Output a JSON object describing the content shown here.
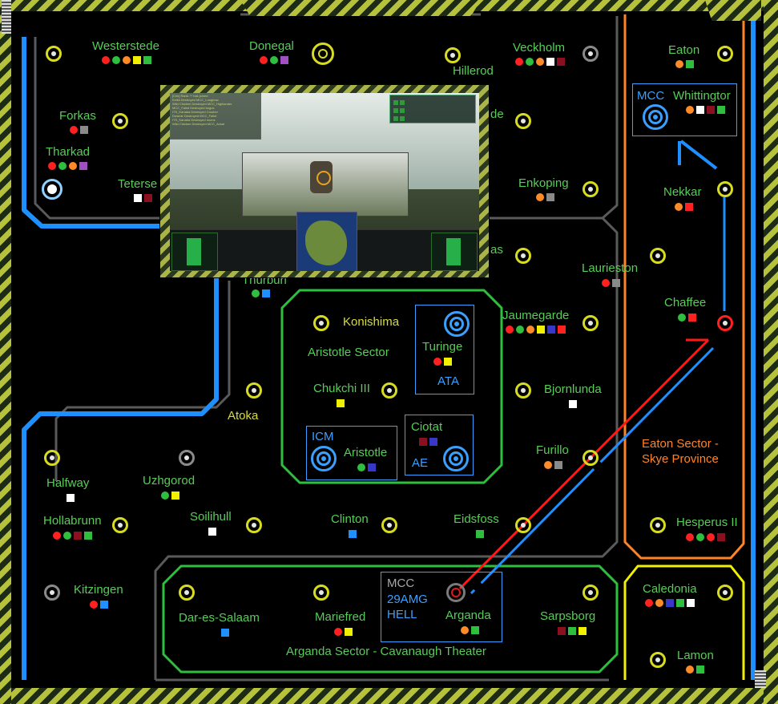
{
  "planets": {
    "westerstede": "Westerstede",
    "donegal": "Donegal",
    "veckholm": "Veckholm",
    "hillerod": "Hillerod",
    "eaton": "Eaton",
    "whittington": "Whittingtor",
    "forkas": "Forkas",
    "tharkad": "Tharkad",
    "tetersen": "Teterse",
    "enkoping": "Enkoping",
    "nekkar": "Nekkar",
    "laurieston": "Laurieston",
    "chaffee": "Chaffee",
    "thurburi": "Thurburi",
    "konishima": "Konishima",
    "turinge": "Turinge",
    "jaumegarde": "Jaumegarde",
    "chukchi": "Chukchi III",
    "bjornlunda": "Bjornlunda",
    "atoka": "Atoka",
    "ciotat": "Ciotat",
    "aristotle": "Aristotle",
    "furillo": "Furillo",
    "halfway": "Halfway",
    "uzhgorod": "Uzhgorod",
    "hollabrunn": "Hollabrunn",
    "soilihull": "Soilihull",
    "clinton": "Clinton",
    "eidsfoss": "Eidsfoss",
    "hesperus": "Hesperus II",
    "kitzingen": "Kitzingen",
    "dar_es_salaam": "Dar-es-Salaam",
    "mariefred": "Mariefred",
    "arganda": "Arganda",
    "sarpsborg": "Sarpsborg",
    "caledonia": "Caledonia",
    "lamon": "Lamon",
    "partial_de": "de",
    "partial_as": "as"
  },
  "sectors": {
    "aristotle_sector": "Aristotle Sector",
    "eaton_sector_line1": "Eaton Sector -",
    "eaton_sector_line2": "Skye Province",
    "arganda_sector": "Arganda Sector - Cavanaugh Theater"
  },
  "boxes": {
    "mcc_top": "MCC",
    "ata": "ATA",
    "icm": "ICM",
    "ae": "AE",
    "mcc_bottom": "MCC",
    "unit": "29AMG",
    "hell": "HELL"
  },
  "colors": {
    "green": "#2fbf3f",
    "red": "#ff2020",
    "orange": "#ff8a28",
    "yellow": "#f0f000",
    "purple": "#a050c0",
    "white": "#ffffff",
    "gray": "#8a8a8a",
    "maroon": "#8a1020",
    "blue": "#1e8fff",
    "navy": "#3838c8"
  },
  "inset": {
    "chat_lines": [
      "[Chk] Rank: ** has joined",
      "Kelkil Destroyed MCC_Longbow",
      "",
      "Wild Chicken Destroyed MCC_Highlander",
      "MCC_Fallot Destroyed bogus",
      "ITS_Kanaba Destroyed Crusher",
      "Dwarde Destroyed MCC_Fallot",
      "ITS_Kanaba Destroyed moms",
      "Wild Chicken Destroyed MCC_Azkal"
    ]
  }
}
